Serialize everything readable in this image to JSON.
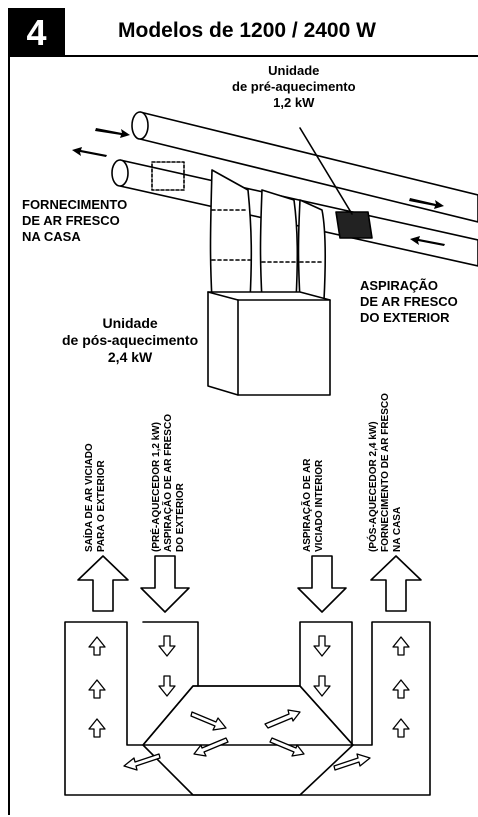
{
  "header": {
    "step_number": "4",
    "title": "Modelos de 1200 / 2400 W"
  },
  "labels": {
    "pre_heater": [
      "Unidade",
      "de pré-aquecimento",
      "1,2 kW"
    ],
    "fresh_air_supply": [
      "FORNECIMENTO",
      "DE AR FRESCO",
      "NA CASA"
    ],
    "fresh_air_intake": [
      "ASPIRAÇÃO",
      "DE AR FRESCO",
      "DO EXTERIOR"
    ],
    "post_heater": [
      "Unidade",
      "de pós-aquecimento",
      "2,4 kW"
    ]
  },
  "flow_labels": {
    "exhaust_out": [
      "SAÍDA DE AR VICIADO",
      "PARA O EXTERIOR"
    ],
    "fresh_in": [
      "(PRÉ-AQUECEDOR 1,2 kW)",
      "ASPIRAÇÃO DE AR FRESCO",
      "DO EXTERIOR"
    ],
    "stale_in": [
      "ASPIRAÇÃO DE AR",
      "VICIADO INTERIOR"
    ],
    "fresh_out": [
      "(PÓS-AQUECEDOR 2,4 kW)",
      "FORNECIMENTO DE AR FRESCO",
      "NA CASA"
    ]
  },
  "colors": {
    "ink": "#000000",
    "paper": "#ffffff"
  }
}
